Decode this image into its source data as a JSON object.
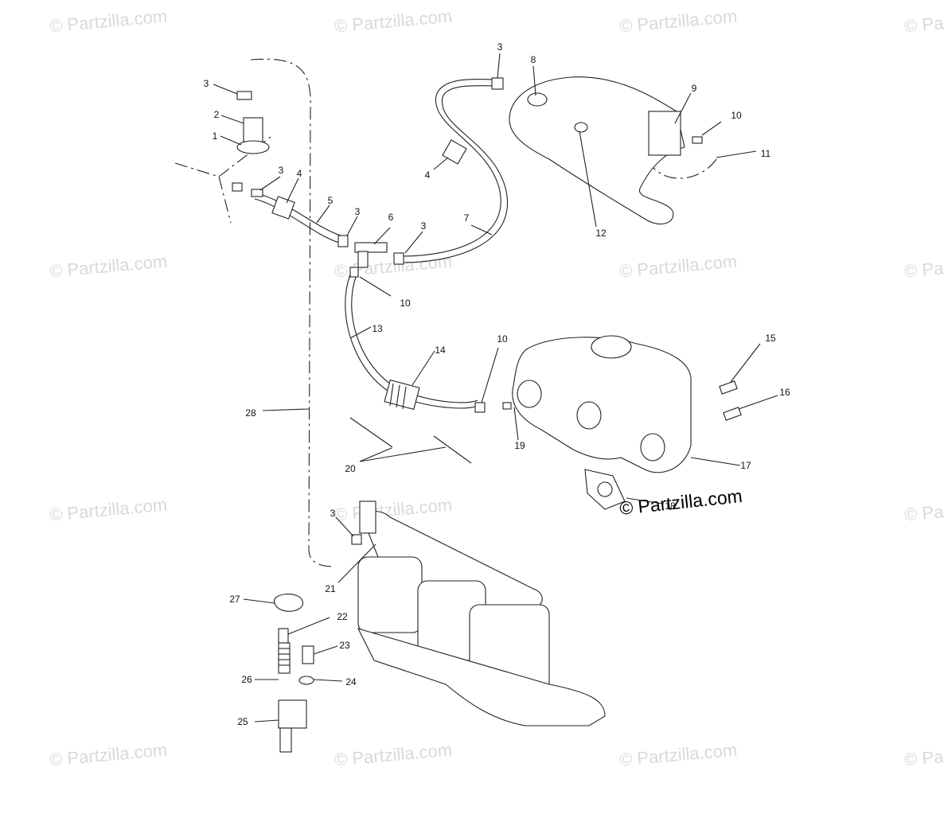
{
  "watermark_text": "© Partzilla.com",
  "brand_text": "© Partzilla.com",
  "callouts": [
    {
      "id": "c3a",
      "text": "3"
    },
    {
      "id": "c2",
      "text": "2"
    },
    {
      "id": "c1",
      "text": "1"
    },
    {
      "id": "c3b",
      "text": "3"
    },
    {
      "id": "c4a",
      "text": "4"
    },
    {
      "id": "c5",
      "text": "5"
    },
    {
      "id": "c3c",
      "text": "3"
    },
    {
      "id": "c6",
      "text": "6"
    },
    {
      "id": "c3d",
      "text": "3"
    },
    {
      "id": "c7",
      "text": "7"
    },
    {
      "id": "c4b",
      "text": "4"
    },
    {
      "id": "c3e",
      "text": "3"
    },
    {
      "id": "c8",
      "text": "8"
    },
    {
      "id": "c9",
      "text": "9"
    },
    {
      "id": "c10a",
      "text": "10"
    },
    {
      "id": "c11",
      "text": "11"
    },
    {
      "id": "c12",
      "text": "12"
    },
    {
      "id": "c10b",
      "text": "10"
    },
    {
      "id": "c13",
      "text": "13"
    },
    {
      "id": "c14",
      "text": "14"
    },
    {
      "id": "c10c",
      "text": "10"
    },
    {
      "id": "c15",
      "text": "15"
    },
    {
      "id": "c16",
      "text": "16"
    },
    {
      "id": "c17",
      "text": "17"
    },
    {
      "id": "c18",
      "text": "18"
    },
    {
      "id": "c19",
      "text": "19"
    },
    {
      "id": "c20",
      "text": "20"
    },
    {
      "id": "c28",
      "text": "28"
    },
    {
      "id": "c3f",
      "text": "3"
    },
    {
      "id": "c21",
      "text": "21"
    },
    {
      "id": "c27",
      "text": "27"
    },
    {
      "id": "c22",
      "text": "22"
    },
    {
      "id": "c23",
      "text": "23"
    },
    {
      "id": "c26",
      "text": "26"
    },
    {
      "id": "c24",
      "text": "24"
    },
    {
      "id": "c25",
      "text": "25"
    }
  ]
}
